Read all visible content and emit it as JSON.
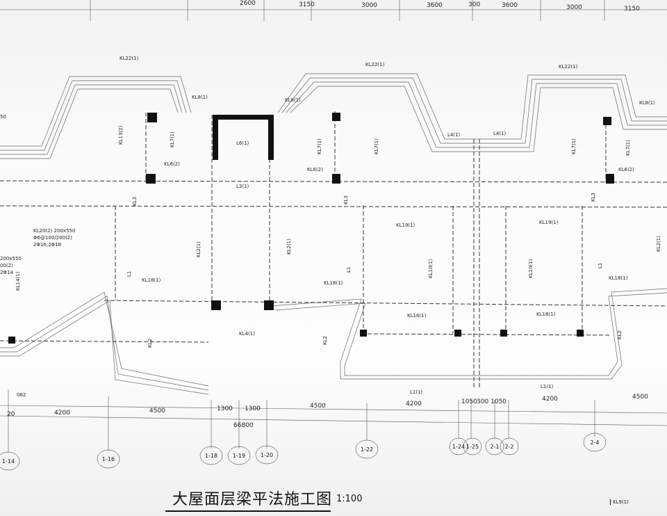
{
  "title": "大屋面层梁平法施工图",
  "scale": "1:100",
  "corner_label": "KL9(1)",
  "total_dimension": "66800",
  "top_dimensions": [
    "2600",
    "3150",
    "3000",
    "3600",
    "300",
    "3600",
    "3000",
    "3150"
  ],
  "bottom_dimensions": [
    "4200",
    "4500",
    "1300",
    "1300",
    "4500",
    "4200",
    "1050",
    "300",
    "1050",
    "4200",
    "4500"
  ],
  "axes": [
    "1-14",
    "1-16",
    "1-18",
    "1-19",
    "1-20",
    "1-22",
    "1-24",
    "1-25",
    "2-1",
    "2-2",
    "2-4"
  ],
  "beam_labels": {
    "kl22_a": "KL22(1)",
    "kl22_b": "KL22(1)",
    "kl22_c": "KL22(1)",
    "kl8_a": "KL8(1)",
    "kl8_b": "KL8(1)",
    "kl8_c": "KL8(1)",
    "kl6_a": "KL6(2)",
    "kl6_b": "KL6(2)",
    "kl6_c": "KL6(2)",
    "kl7_a": "KL7(1)",
    "kl7_b": "KL7(1)",
    "kl7_c": "KL7(1)",
    "kl7_d": "KL7(1)",
    "kl7_e": "KL7(1)",
    "kl13": "KL13(2)",
    "l6": "L6(1)",
    "l3": "L3(1)",
    "l4_a": "L4(1)",
    "l4_b": "L4(1)",
    "kl3_a": "KL3",
    "kl3_b": "KL3",
    "kl3_c": "KL3",
    "kl20_line1": "KL20(2) 200x550",
    "kl20_line2": "Φ6@100/200(2)",
    "kl20_line3": "2Φ16;2Φ18",
    "left_partial_1": "200x550",
    "left_partial_2": "00(2)",
    "left_partial_3": "2Φ14",
    "kl14": "KL14(1)",
    "kl2_a": "KL2(1)",
    "kl2_b": "KL2(1)",
    "kl2_c": "KL2(1)",
    "l1_a": "L1",
    "l1_b": "L1",
    "l1_c": "L1",
    "kl19_a": "KL19(1)",
    "kl19_b": "KL19(1)",
    "kl10_a": "KL10(1)",
    "kl10_b": "KL10(1)",
    "kl18_a": "KL18(1)",
    "kl18_b": "KL18(1)",
    "kl18_c": "KL18(1)",
    "kl16_a": "KL16(1)",
    "kl16_b": "KL16(1)",
    "kl4": "KL4(1)",
    "kl2_plain_a": "KL2",
    "kl2_plain_b": "KL2",
    "kl2_plain_c": "KL2",
    "l1_1_a": "L1(1)",
    "l1_1_b": "L1(1)",
    "left_20": "20",
    "left_062": "062",
    "left_50": "50"
  }
}
